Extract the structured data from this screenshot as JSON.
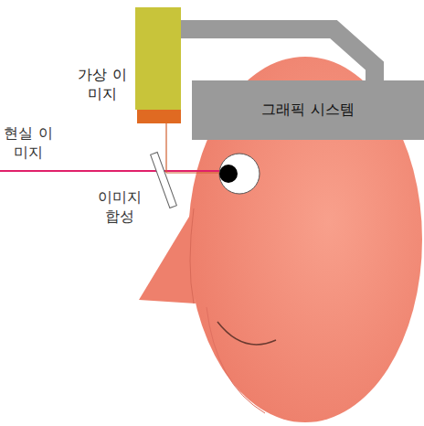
{
  "diagram": {
    "nodes": [
      {
        "text": [
          "가상 이미지"
        ]
      },
      {
        "text": [
          "그래픽 시스템"
        ]
      }
    ],
    "edges": [
      {
        "from": 0,
        "to": 1,
        "arrow": "none"
      }
    ],
    "labels": [
      "현실 이미지",
      "이미지 합성"
    ]
  }
}
